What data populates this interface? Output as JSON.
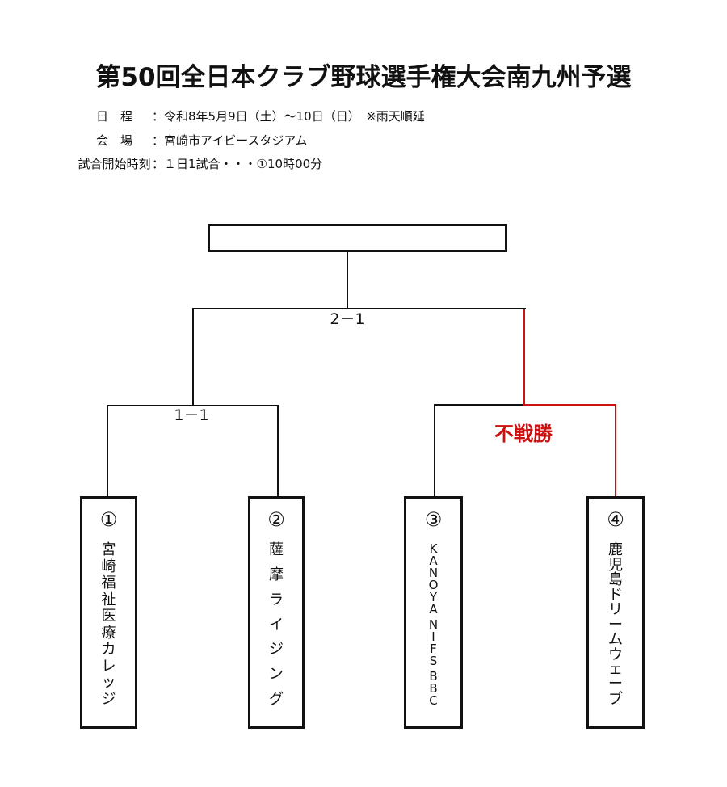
{
  "title": "第50回全日本クラブ野球選手権大会南九州予選",
  "info": {
    "rows": [
      {
        "label": "日　程",
        "value": "：令和8年5月9日（土）～10日（日）　※雨天順延"
      },
      {
        "label": "会　場",
        "value": "：宮崎市アイビースタジアム"
      },
      {
        "label": "試合開始時刻",
        "value": "：１日1試合・・・①10時00分"
      }
    ]
  },
  "bracket": {
    "champion": "",
    "final": {
      "score": "2－1"
    },
    "semifinal_left": {
      "score": "1－1"
    },
    "semifinal_right": {
      "result": "不戦勝"
    },
    "teams": [
      {
        "seed": "①",
        "name": "宮崎福祉医療カレッジ"
      },
      {
        "seed": "②",
        "name": "薩摩ライジング"
      },
      {
        "seed": "③",
        "name": "KANOYA NIFS BBC"
      },
      {
        "seed": "④",
        "name": "鹿児島ドリームウェーブ"
      }
    ],
    "colors": {
      "line": "#111111",
      "highlight": "#cc1111"
    }
  }
}
